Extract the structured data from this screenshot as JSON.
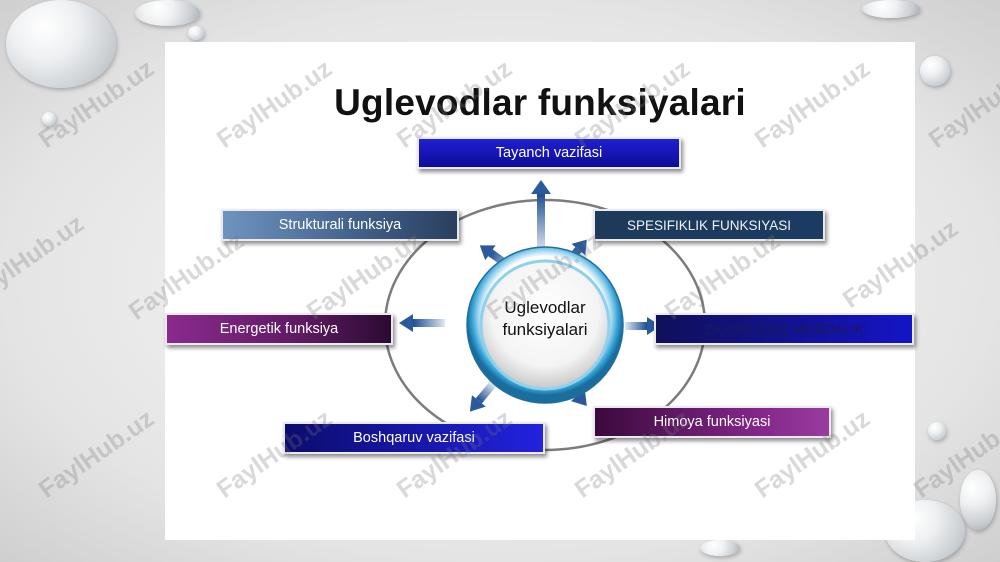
{
  "title": "Uglevodlar funksiyalari",
  "center": {
    "line1": "Uglevodlar",
    "line2": "funksiyalari"
  },
  "boxes": {
    "top": "Tayanch vazifasi",
    "upper_left": "Strukturali funksiya",
    "upper_right": "SPESIFIKLIK FUNKSIYASI",
    "left": "Energetik funksiya",
    "right": "ZAXIRA OZIQ MODDALIK",
    "lower_left": "Boshqaruv vazifasi",
    "lower_right": "Himoya funksiyasi"
  },
  "watermark": "FaylHub.uz",
  "colors": {
    "blue": "#1414b4",
    "purple": "#7a2280",
    "steel": "#4f73a0",
    "navy": "#1b3b63",
    "ring": "#3fa7d6"
  }
}
